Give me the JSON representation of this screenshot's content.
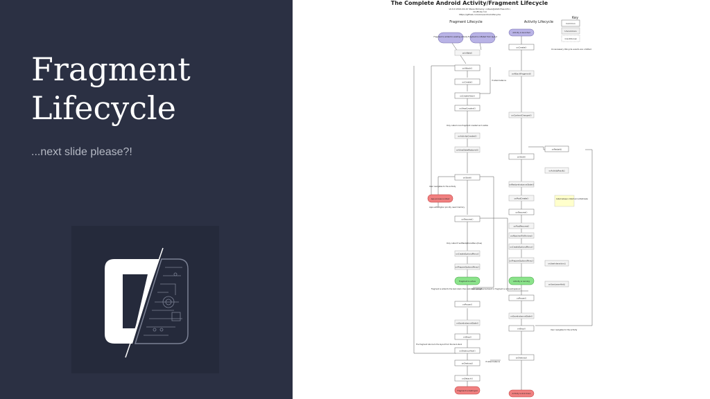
{
  "slide": {
    "title_line1": "Fragment",
    "title_line2": "Lifecycle",
    "subtitle": "...next slide please?!"
  },
  "diagram": {
    "title": "The Complete Android Activity/Fragment Lifecycle",
    "meta1": "v0.9.0 2014-04-22 Steve Pomeroy <steve@staticfree.info>",
    "meta2": "CC-BY-SA 3.0",
    "meta3": "https://github.com/xxv/android-lifecycle",
    "fragment_header": "Fragment Lifecycle",
    "activity_header": "Activity Lifecycle",
    "key": {
      "title": "Key",
      "items": [
        "Common",
        "Uncommon",
        "Conditional"
      ]
    },
    "fragment_start_nodes": [
      "Fragment is added to existing activity",
      "Fragment is inflated from layout"
    ],
    "fragment_nodes": [
      "onInflate()",
      "onAttach()",
      "onCreate()",
      "onCreateView()",
      "onViewCreated()",
      "onActivityCreated()",
      "onViewStateRestored()",
      "onStart()",
      "onResume()",
      "onCreateOptionsMenu()",
      "onPrepareOptionsMenu()",
      "onPause()",
      "onSaveInstanceState()",
      "onStop()",
      "onDestroyView()",
      "onDestroy()",
      "onDetach()"
    ],
    "fragment_active": "Fragment is active",
    "fragment_end": "Fragment is destroyed",
    "app_process_killed": "App process is killed",
    "activity_start": "Activity is launched",
    "activity_nodes": [
      "onCreate()",
      "onAttachFragment()",
      "onContentChanged()",
      "onStart()",
      "onRestoreInstanceState()",
      "onPostCreate()",
      "onResume()",
      "onPostResume()",
      "onAttachedToWindow()",
      "onCreateOptionsMenu()",
      "onPrepareOptionsMenu()",
      "onPause()",
      "onSaveInstanceState()",
      "onStop()",
      "onDestroy()"
    ],
    "activity_side_nodes": [
      "onRestart()",
      "onActivityResult()",
      "onUserInteraction()",
      "onUserLeaveHint()"
    ],
    "activity_running": "Activity is running",
    "activity_end": "Activity is shut down",
    "notes": {
      "retain": "if retainInstance",
      "retain2": "if retainInstance",
      "only_called_once": "Only called once fragment created and visible",
      "user_navigates": "User navigates to the activity",
      "apps_higher_priority": "Apps with higher priority need memory",
      "options_menu": "Only called if setHasOptionsMenu(true)",
      "fragment_back_stack": "Fragment is added to the back stack, then removed/replaced",
      "user_navigates_back": "User navigates backward or fragment is removed/replaced",
      "fragment_returns": "The fragment returns to the layout from the back stack",
      "key_notes": "Unnecessary lifecycle events are omitted",
      "called_between": "Called between onStart and onPostCreate",
      "user_navigates_activity": "User navigates to the activity"
    }
  }
}
